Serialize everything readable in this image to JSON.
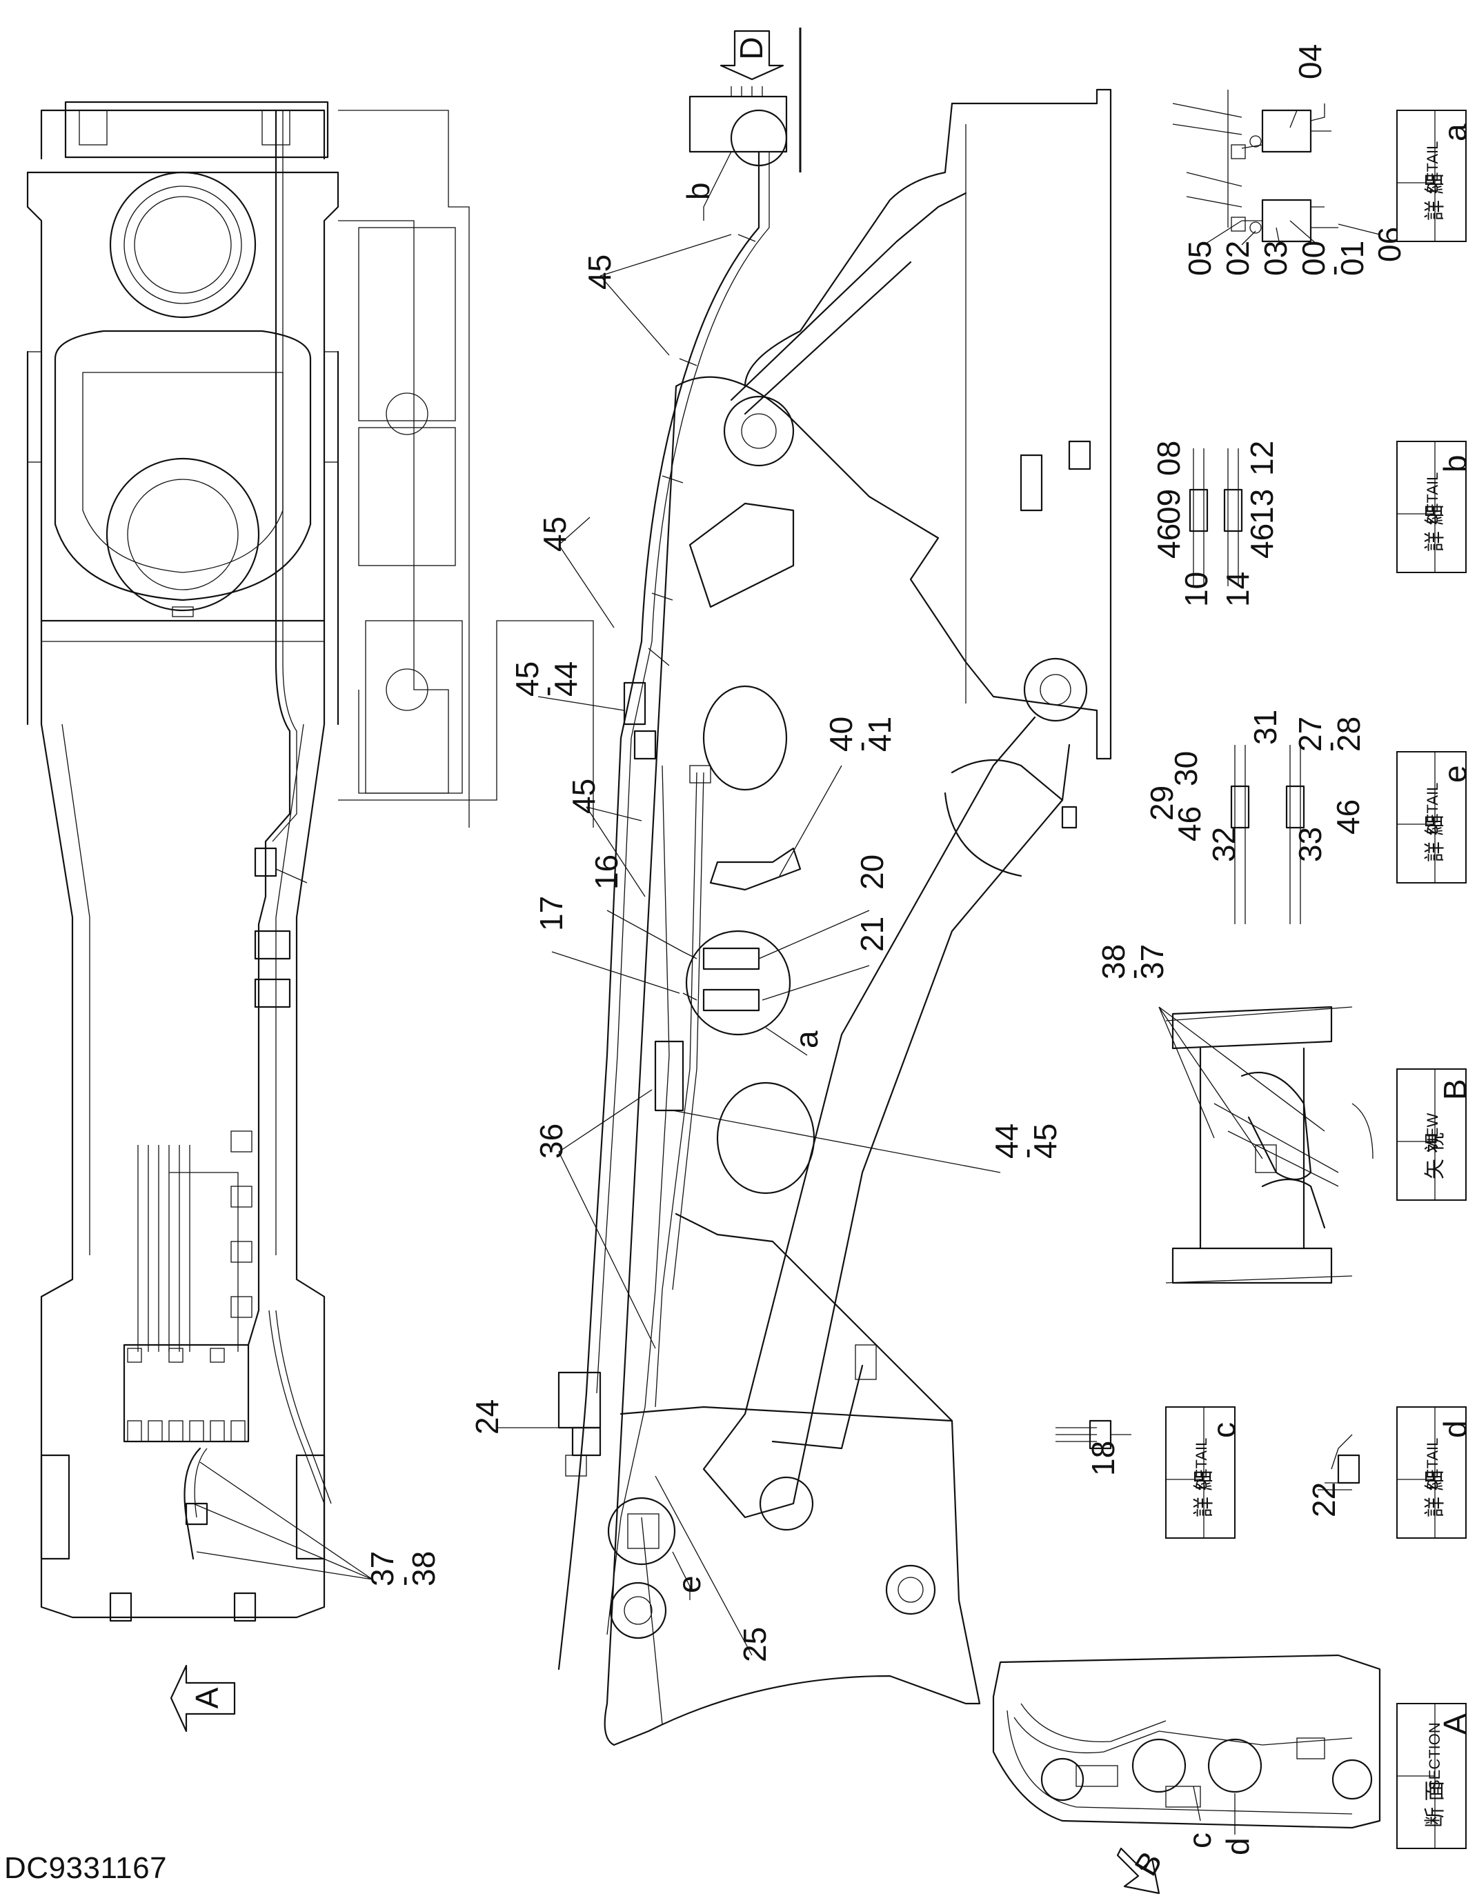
{
  "document_id": "DC9331167",
  "view_arrows": [
    {
      "id": "A",
      "label": "A"
    },
    {
      "id": "B",
      "label": "B"
    },
    {
      "id": "D",
      "label": "D"
    }
  ],
  "detail_callouts": [
    "a",
    "b",
    "c",
    "d",
    "e"
  ],
  "part_labels": [
    {
      "id": "p45a",
      "text": "45"
    },
    {
      "id": "p45b",
      "text": "45"
    },
    {
      "id": "p45_44",
      "text": "45\n-\n44"
    },
    {
      "id": "p45c",
      "text": "45"
    },
    {
      "id": "p40_41",
      "text": "40\n-\n41"
    },
    {
      "id": "p16",
      "text": "16"
    },
    {
      "id": "p20",
      "text": "20"
    },
    {
      "id": "p17",
      "text": "17"
    },
    {
      "id": "p21",
      "text": "21"
    },
    {
      "id": "p36",
      "text": "36"
    },
    {
      "id": "p44_45",
      "text": "44\n-\n45"
    },
    {
      "id": "p24",
      "text": "24"
    },
    {
      "id": "p25",
      "text": "25"
    },
    {
      "id": "p37_38",
      "text": "37\n-\n38"
    },
    {
      "id": "p38_37",
      "text": "38\n-\n37"
    },
    {
      "id": "p18",
      "text": "18"
    },
    {
      "id": "p22",
      "text": "22"
    }
  ],
  "detail_a_labels": [
    "04",
    "05",
    "02",
    "03",
    "00",
    "-",
    "01",
    "06"
  ],
  "detail_b_labels": [
    "08",
    "12",
    "09",
    "13",
    "46",
    "46",
    "10",
    "14"
  ],
  "detail_e_labels": [
    "31",
    "27",
    "-",
    "28",
    "30",
    "29",
    "46",
    "46",
    "32",
    "33"
  ],
  "titles": [
    {
      "id": "a",
      "jp": "詳 細",
      "en": "DETAIL",
      "letter": "a"
    },
    {
      "id": "b",
      "jp": "詳 細",
      "en": "DETAIL",
      "letter": "b"
    },
    {
      "id": "e",
      "jp": "詳 細",
      "en": "DETAIL",
      "letter": "e"
    },
    {
      "id": "B",
      "jp": "矢 視",
      "en": "VIEW",
      "letter": "B"
    },
    {
      "id": "c",
      "jp": "詳 細",
      "en": "DETAIL",
      "letter": "c"
    },
    {
      "id": "d",
      "jp": "詳 細",
      "en": "DETAIL",
      "letter": "d"
    },
    {
      "id": "A",
      "jp": "断 面",
      "en": "SECTION",
      "letter": "A"
    }
  ]
}
